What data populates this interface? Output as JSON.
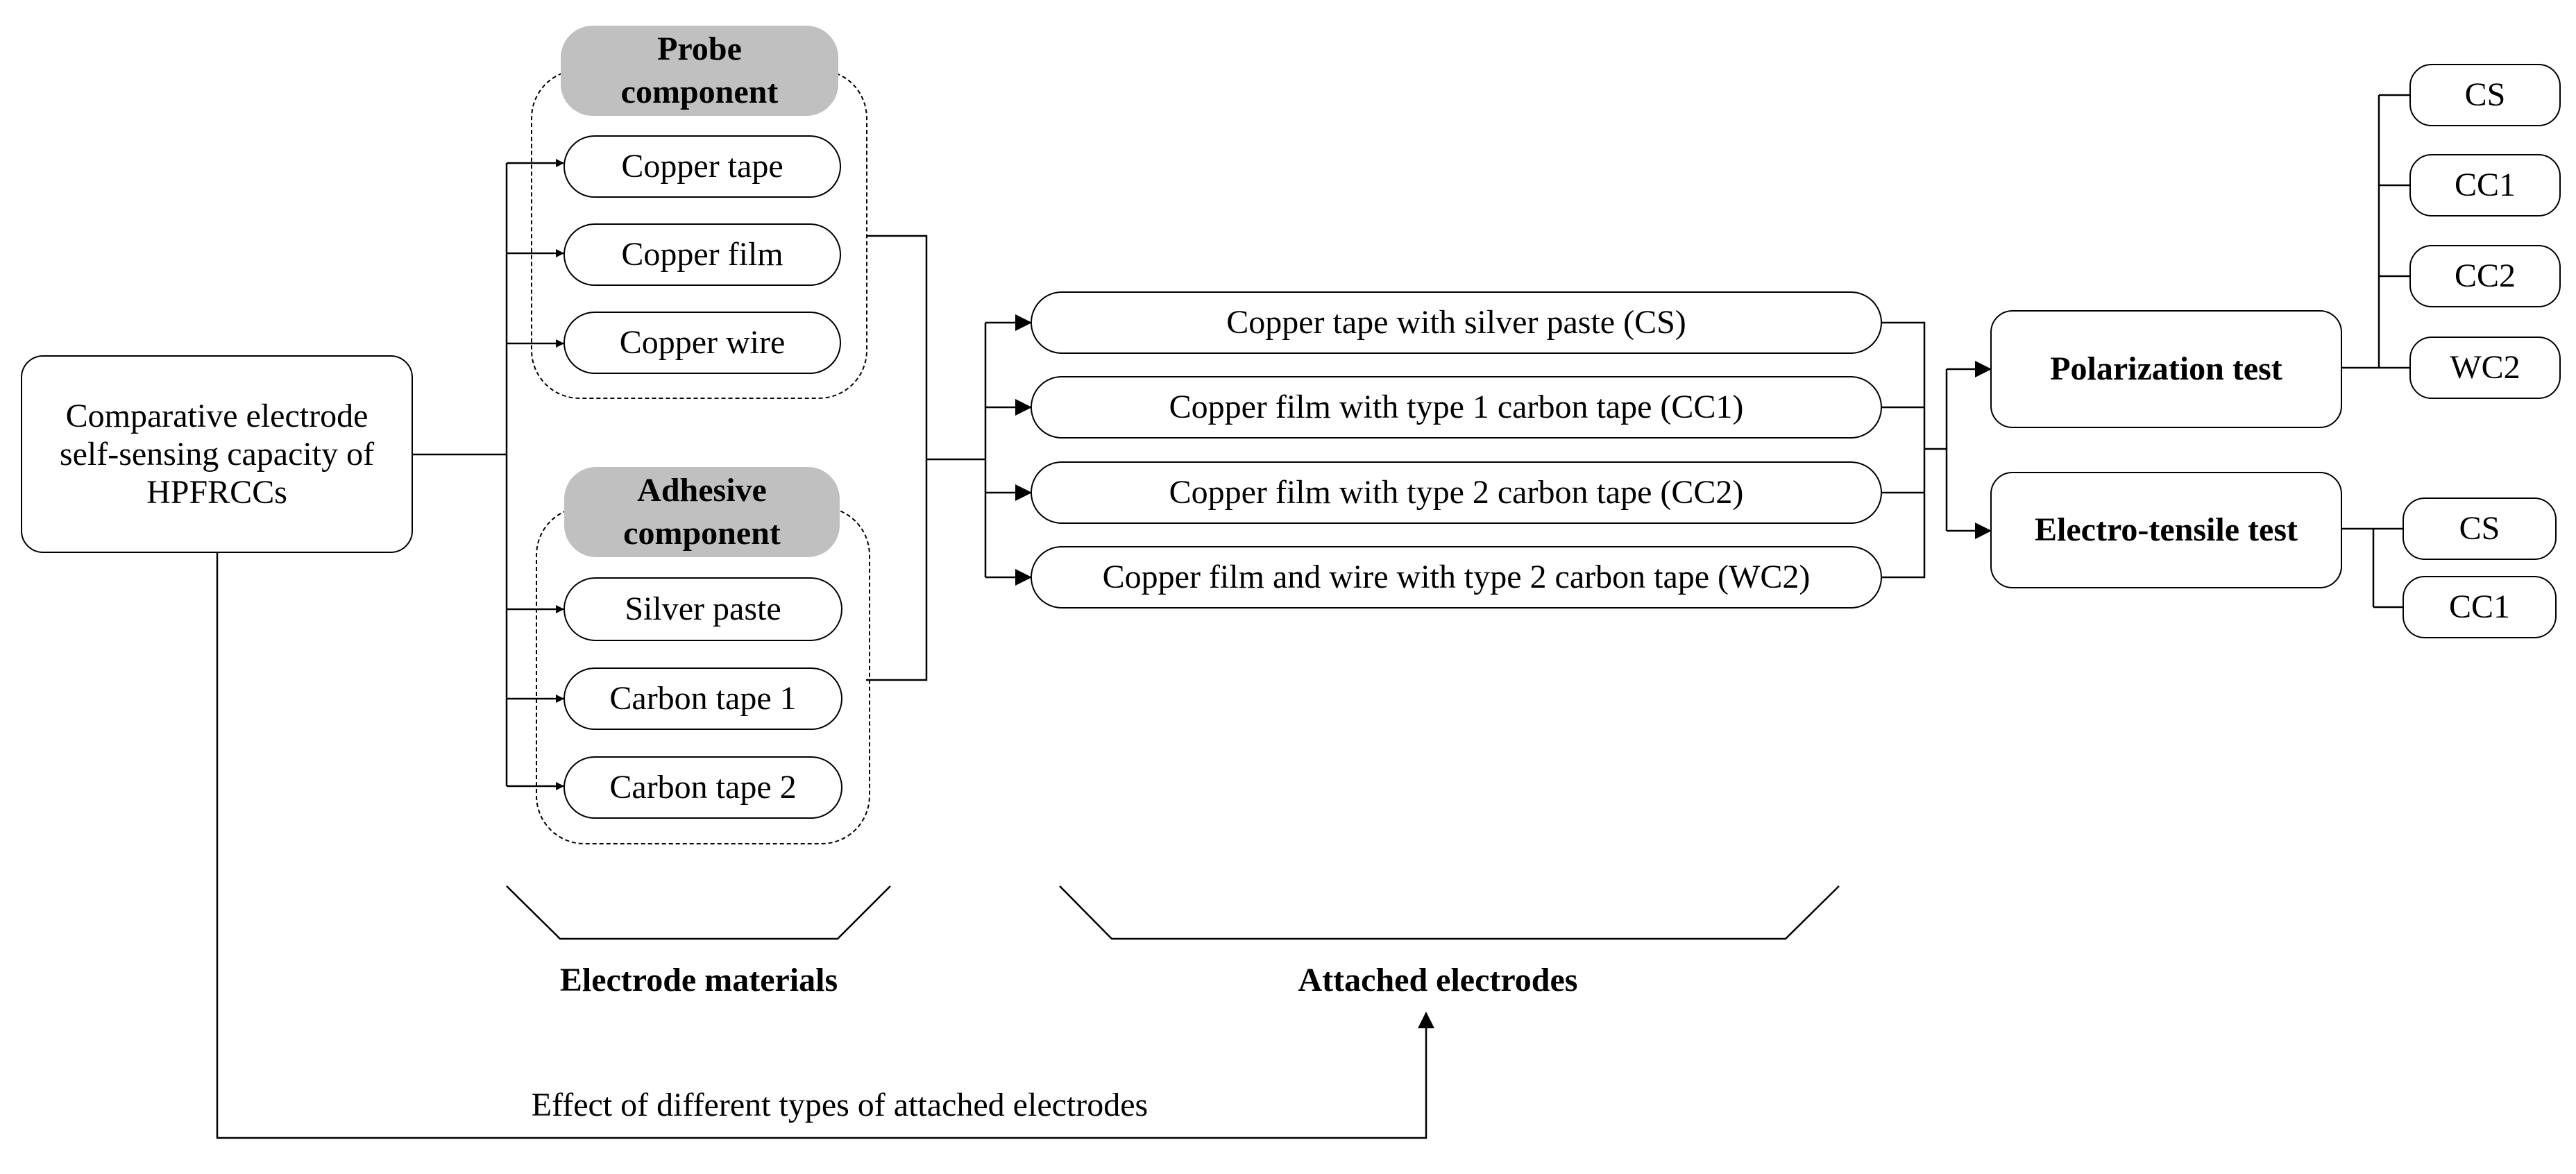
{
  "root": {
    "text": "Comparative electrode self-sensing capacity of HPFRCCs"
  },
  "probe": {
    "header": "Probe component",
    "items": [
      "Copper tape",
      "Copper film",
      "Copper wire"
    ]
  },
  "adhesive": {
    "header": "Adhesive component",
    "items": [
      "Silver paste",
      "Carbon tape 1",
      "Carbon tape 2"
    ]
  },
  "electrodes": [
    "Copper tape with silver paste (CS)",
    "Copper film with type 1 carbon tape (CC1)",
    "Copper film with type 2 carbon tape (CC2)",
    "Copper film and wire with type 2 carbon tape (WC2)"
  ],
  "tests": {
    "polarization": {
      "label": "Polarization test",
      "items": [
        "CS",
        "CC1",
        "CC2",
        "WC2"
      ]
    },
    "tensile": {
      "label": "Electro-tensile test",
      "items": [
        "CS",
        "CC1"
      ]
    }
  },
  "brackets": {
    "materials": "Electrode materials",
    "attached": "Attached electrodes"
  },
  "feedback_label": "Effect of different types of attached electrodes"
}
